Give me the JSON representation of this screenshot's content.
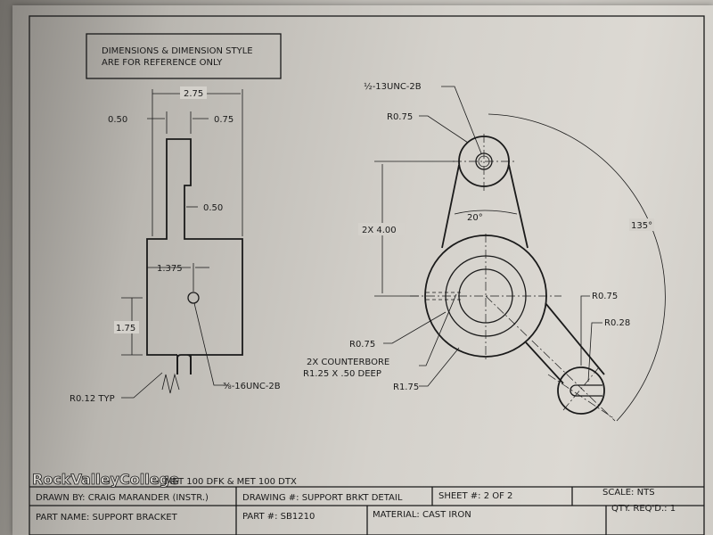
{
  "note": {
    "line1": "DIMENSIONS & DIMENSION STYLE",
    "line2": "ARE FOR REFERENCE ONLY"
  },
  "front_view": {
    "dim_overall": "2.75",
    "dim_left": "0.50",
    "dim_right": "0.75",
    "dim_step": "0.50",
    "dim_hole_x": "1.375",
    "dim_hole_y": "1.75",
    "fillet": "R0.12 TYP",
    "thread": "⅜-16UNC-2B"
  },
  "top_view": {
    "thread": "½-13UNC-2B",
    "r_small_boss": "R0.75",
    "taper_angle": "20°",
    "spacing": "2X  4.00",
    "arm_angle": "135°",
    "r_slot_outer": "R0.75",
    "r_slot_inner": "R0.28",
    "r_counterbore": "R0.75",
    "counterbore_line1": "2X COUNTERBORE",
    "counterbore_line2": "R1.25 X .50 DEEP",
    "r_hub": "R1.75"
  },
  "title_block": {
    "school": "RockValleyCollege",
    "course": "MET 100 DFK & MET 100 DTX",
    "drawn_by": "DRAWN BY: CRAIG MARANDER (INSTR.)",
    "drawing_no": "DRAWING #: SUPPORT BRKT DETAIL",
    "sheet": "SHEET #: 2 OF 2",
    "scale": "SCALE: NTS",
    "part_name": "PART NAME: SUPPORT BRACKET",
    "part_no": "PART #: SB1210",
    "material": "MATERIAL: CAST IRON",
    "qty": "QTY. REQ'D.: 1"
  }
}
